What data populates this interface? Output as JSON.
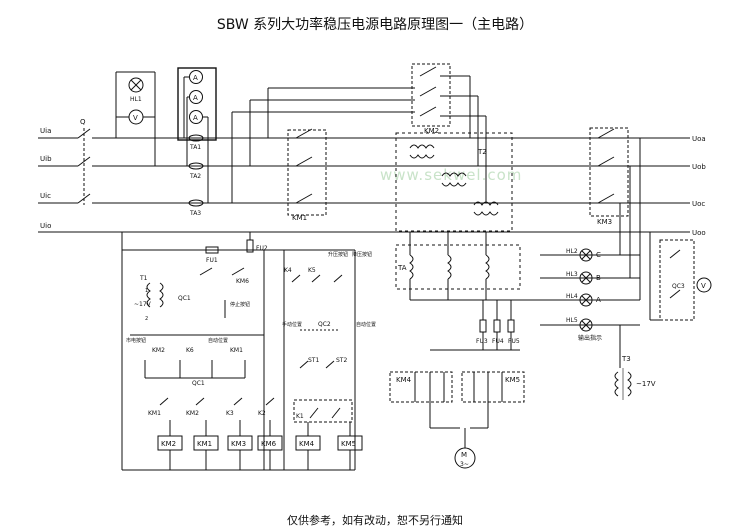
{
  "title": "SBW 系列大功率稳压电源电路原理图一（主电路）",
  "footer": "仅供参考，如有改动，恕不另行通知",
  "watermark": "www.sekwel.com",
  "bus": {
    "in": [
      "Uia",
      "Uib",
      "Uic",
      "Uio"
    ],
    "out": [
      "Uoa",
      "Uob",
      "Uoc",
      "Uoo"
    ]
  },
  "labels": {
    "q": "Q",
    "hl1": "HL1",
    "ta1": "TA1",
    "ta2": "TA2",
    "ta3": "TA3",
    "km1": "KM1",
    "km2": "KM2",
    "km3": "KM3",
    "t2": "T2",
    "ta": "TA",
    "fu1": "FU1",
    "fu2": "FU2",
    "fu3": "FU3",
    "fu4": "FU4",
    "fu5": "FU5",
    "t1": "T1",
    "t1v": "~17V",
    "one": "1",
    "two": "2",
    "qc1": "QC1",
    "km6": "KM6",
    "stop": "停止按钮",
    "mains": "市电按钮",
    "km2b": "KM2",
    "k6": "K6",
    "auto": "自动位置",
    "km1b": "KM1",
    "qc1b": "QC1",
    "k4": "K4",
    "k5": "K5",
    "up": "升压按钮",
    "down": "降压按钮",
    "manual": "手动位置",
    "qc2": "QC2",
    "auto2": "自动位置",
    "st1": "ST1",
    "st2": "ST2",
    "k1": "K1",
    "km1c": "KM1",
    "km2c": "KM2",
    "k3": "K3",
    "k2": "K2",
    "hl2": "HL2",
    "hl3": "HL3",
    "hl4": "HL4",
    "hl5": "HL5",
    "c": "C",
    "b": "B",
    "a": "A",
    "outind": "输出指示",
    "qc3": "QC3",
    "t3": "T3",
    "t3v": "~17V",
    "km4": "KM4",
    "km5": "KM5",
    "motor": "M",
    "motor3": "3~",
    "v": "V",
    "amp": "A"
  },
  "coils": [
    "KM2",
    "KM1",
    "KM3",
    "KM6",
    "KM4",
    "KM5"
  ]
}
